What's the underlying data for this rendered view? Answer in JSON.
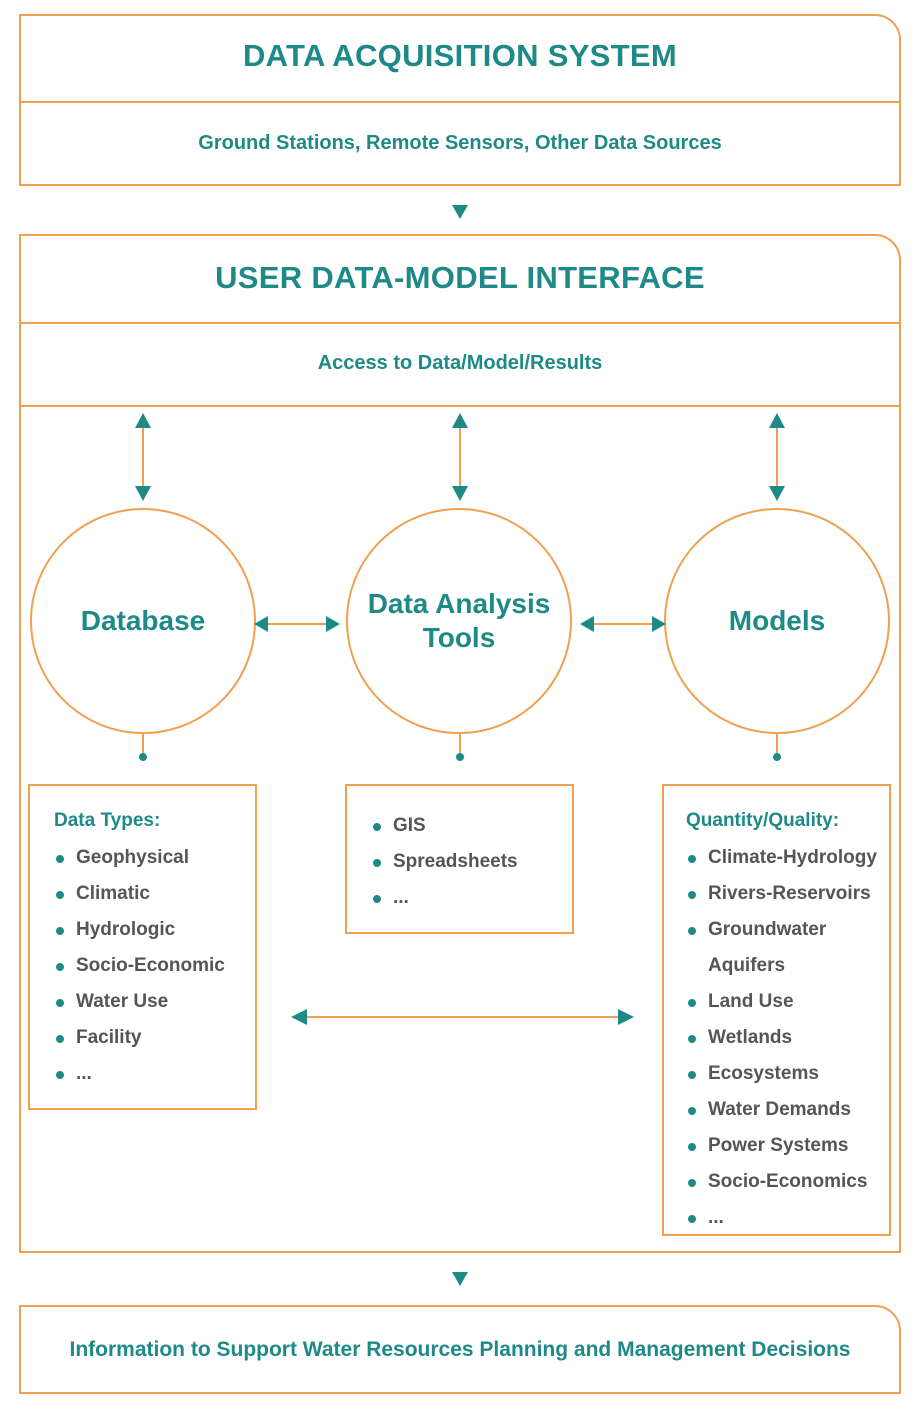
{
  "acquisition": {
    "title": "DATA ACQUISITION SYSTEM",
    "subtitle": "Ground Stations, Remote Sensors, Other Data Sources"
  },
  "interface": {
    "title": "USER DATA-MODEL INTERFACE",
    "subtitle": "Access to Data/Model/Results"
  },
  "nodes": {
    "database": "Database",
    "analysis_line1": "Data Analysis",
    "analysis_line2": "Tools",
    "models": "Models"
  },
  "database_box": {
    "heading": "Data Types:",
    "items": [
      "Geophysical",
      "Climatic",
      "Hydrologic",
      "Socio-Economic",
      "Water Use",
      "Facility",
      "..."
    ]
  },
  "analysis_box": {
    "items": [
      "GIS",
      "Spreadsheets",
      "..."
    ]
  },
  "models_box": {
    "heading": "Quantity/Quality:",
    "items": [
      "Climate-Hydrology",
      "Rivers-Reservoirs",
      "Groundwater",
      "Aquifers",
      "Land Use",
      "Wetlands",
      "Ecosystems",
      "Water Demands",
      "Power Systems",
      "Socio-Economics",
      "..."
    ]
  },
  "output": {
    "text": "Information to Support Water Resources Planning and Management Decisions"
  },
  "colors": {
    "teal": "#1e8a87",
    "orange": "#f0a050",
    "gray_text": "#555555"
  }
}
